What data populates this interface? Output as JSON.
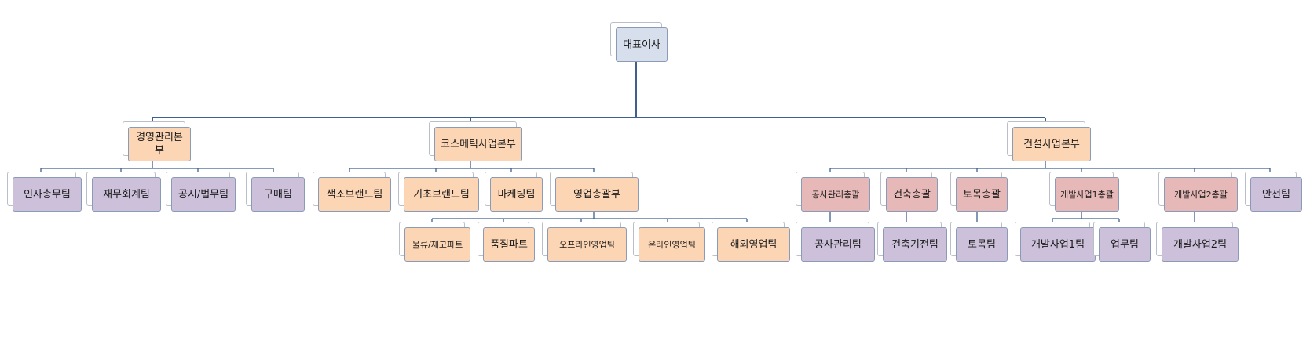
{
  "colors": {
    "line": "#3f5f8f",
    "ceo": "#d7deec",
    "division": "#fcd5b4",
    "cosmetic_team": "#fcd5b4",
    "construction_head": "#e6b8b7",
    "construction_team": "#ccc0da"
  },
  "nodes": {
    "ceo": "대표이사",
    "mgmt": "경영관리본부",
    "cosmetic": "코스메틱사업본부",
    "construction": "건설사업본부",
    "hr": "인사총무팀",
    "finance": "재무회계팀",
    "legal": "공시/법무팀",
    "purchase": "구매팀",
    "color_brand": "색조브랜드팀",
    "basic_brand": "기초브랜드팀",
    "marketing": "마케팅팀",
    "sales_hq": "영업총괄부",
    "logistics": "물류/재고파트",
    "quality": "품질파트",
    "offline": "오프라인영업팀",
    "online": "온라인영업팀",
    "overseas": "해외영업팀",
    "works_head": "공사관리총괄",
    "arch_head": "건축총괄",
    "civil_head": "토목총괄",
    "dev1_head": "개발사업1총괄",
    "dev2_head": "개발사업2총괄",
    "safety": "안전팀",
    "works_team": "공사관리팀",
    "arch_tech": "건축기전팀",
    "civil_team": "토목팀",
    "dev1_team": "개발사업1팀",
    "business": "업무팀",
    "dev2_team": "개발사업2팀"
  }
}
